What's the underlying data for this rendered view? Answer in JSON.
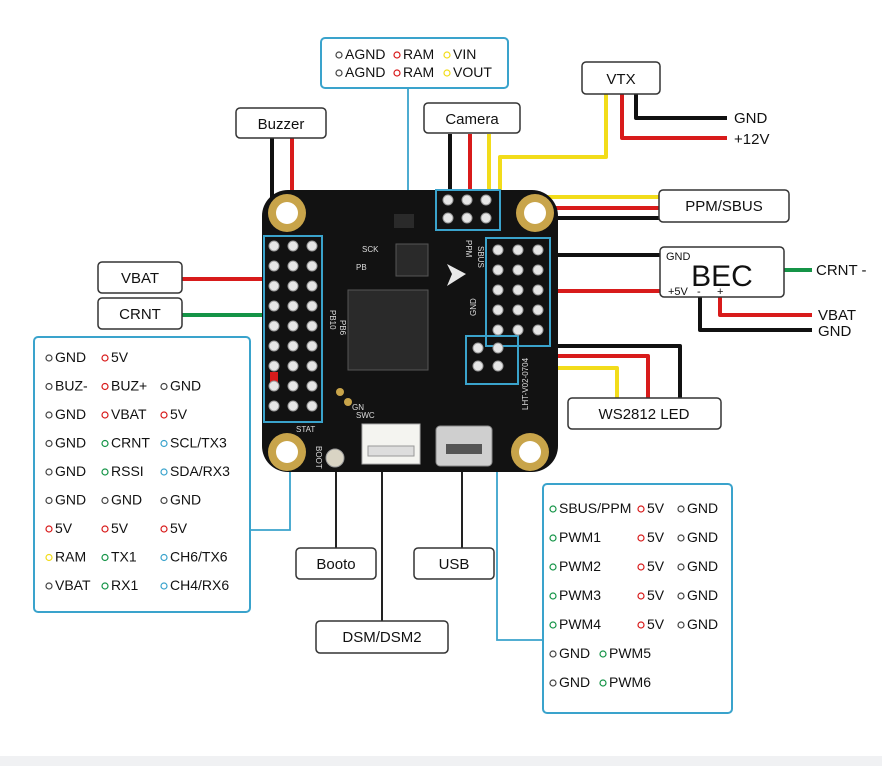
{
  "colors": {
    "red": "#d81b1b",
    "black": "#111111",
    "yellow": "#f2dc1a",
    "green": "#159447",
    "blue": "#3aa3cc",
    "pcb": "#121212"
  },
  "labels": {
    "buzzer": "Buzzer",
    "camera": "Camera",
    "vtx": "VTX",
    "vtx_gnd": "GND",
    "vtx_12v": "+12V",
    "ppm_sbus": "PPM/SBUS",
    "bec": "BEC",
    "bec_gnd": "GND",
    "bec_5v": "+5V",
    "bec_minus": "-",
    "bec_plus": "+",
    "crnt_right": "CRNT -",
    "vbat_right": "VBAT",
    "gnd_right": "GND",
    "vbat_left": "VBAT",
    "crnt_left": "CRNT",
    "ws2812": "WS2812 LED",
    "booto": "Booto",
    "usb": "USB",
    "dsm": "DSM/DSM2"
  },
  "top_box": [
    [
      {
        "t": "AGND",
        "c": "white"
      },
      {
        "t": "RAM",
        "c": "red"
      },
      {
        "t": "VIN",
        "c": "yellow"
      }
    ],
    [
      {
        "t": "AGND",
        "c": "white"
      },
      {
        "t": "RAM",
        "c": "red"
      },
      {
        "t": "VOUT",
        "c": "yellow"
      }
    ]
  ],
  "left_table": [
    [
      {
        "t": "GND",
        "c": "white"
      },
      {
        "t": "5V",
        "c": "red"
      }
    ],
    [
      {
        "t": "BUZ-",
        "c": "white"
      },
      {
        "t": "BUZ+",
        "c": "red"
      },
      {
        "t": "GND",
        "c": "white"
      }
    ],
    [
      {
        "t": "GND",
        "c": "white"
      },
      {
        "t": "VBAT",
        "c": "red"
      },
      {
        "t": "5V",
        "c": "red"
      }
    ],
    [
      {
        "t": "GND",
        "c": "white"
      },
      {
        "t": "CRNT",
        "c": "green"
      },
      {
        "t": "SCL/TX3",
        "c": "blue"
      }
    ],
    [
      {
        "t": "GND",
        "c": "white"
      },
      {
        "t": "RSSI",
        "c": "green"
      },
      {
        "t": "SDA/RX3",
        "c": "blue"
      }
    ],
    [
      {
        "t": "GND",
        "c": "white"
      },
      {
        "t": "GND",
        "c": "white"
      },
      {
        "t": "GND",
        "c": "white"
      }
    ],
    [
      {
        "t": "5V",
        "c": "red"
      },
      {
        "t": "5V",
        "c": "red"
      },
      {
        "t": "5V",
        "c": "red"
      }
    ],
    [
      {
        "t": "RAM",
        "c": "yellow"
      },
      {
        "t": "TX1",
        "c": "green"
      },
      {
        "t": "CH6/TX6",
        "c": "blue"
      }
    ],
    [
      {
        "t": "VBAT",
        "c": "white"
      },
      {
        "t": "RX1",
        "c": "green"
      },
      {
        "t": "CH4/RX6",
        "c": "blue"
      }
    ]
  ],
  "right_table": [
    [
      {
        "t": "SBUS/PPM",
        "c": "green"
      },
      {
        "t": "5V",
        "c": "red"
      },
      {
        "t": "GND",
        "c": "white"
      }
    ],
    [
      {
        "t": "PWM1",
        "c": "green"
      },
      {
        "t": "5V",
        "c": "red"
      },
      {
        "t": "GND",
        "c": "white"
      }
    ],
    [
      {
        "t": "PWM2",
        "c": "green"
      },
      {
        "t": "5V",
        "c": "red"
      },
      {
        "t": "GND",
        "c": "white"
      }
    ],
    [
      {
        "t": "PWM3",
        "c": "green"
      },
      {
        "t": "5V",
        "c": "red"
      },
      {
        "t": "GND",
        "c": "white"
      }
    ],
    [
      {
        "t": "PWM4",
        "c": "green"
      },
      {
        "t": "5V",
        "c": "red"
      },
      {
        "t": "GND",
        "c": "white"
      }
    ],
    [
      {
        "t": "GND",
        "c": "white"
      },
      {
        "t": "PWM5",
        "c": "green"
      }
    ],
    [
      {
        "t": "GND",
        "c": "white"
      },
      {
        "t": "PWM6",
        "c": "green"
      }
    ]
  ],
  "pcb_text": {
    "sck": "SCK",
    "pb": "PB",
    "pb10": "PB10",
    "pb6": "PB6",
    "gn": "GN",
    "swc": "SWC",
    "stat": "STAT",
    "boot": "BOOT",
    "sbus": "SBUS",
    "ppm": "PPM",
    "gnd": "GND",
    "model": "LHT-V02-0704"
  }
}
